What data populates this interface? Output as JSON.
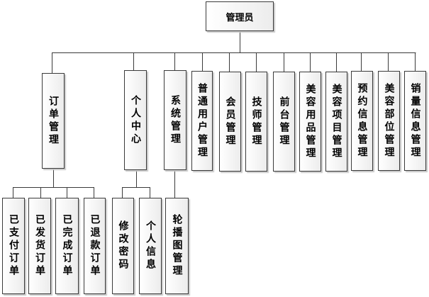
{
  "root": {
    "label": "管理员"
  },
  "level1": [
    {
      "label": "订单管理"
    },
    {
      "label": "个人中心"
    },
    {
      "label": "系统管理"
    },
    {
      "label": "普通用户管理"
    },
    {
      "label": "会员管理"
    },
    {
      "label": "技师管理"
    },
    {
      "label": "前台管理"
    },
    {
      "label": "美容用品管理"
    },
    {
      "label": "美容项目管理"
    },
    {
      "label": "预约信息管理"
    },
    {
      "label": "美容部位管理"
    },
    {
      "label": "销量信息管理"
    }
  ],
  "order_children": [
    {
      "label": "已支付订单"
    },
    {
      "label": "已发货订单"
    },
    {
      "label": "已完成订单"
    },
    {
      "label": "已退款订单"
    }
  ],
  "personal_children": [
    {
      "label": "修改密码"
    },
    {
      "label": "个人信息"
    }
  ],
  "system_children": [
    {
      "label": "轮播图管理"
    }
  ]
}
